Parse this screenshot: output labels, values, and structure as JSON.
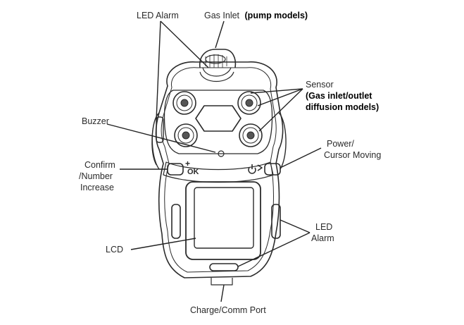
{
  "labels": {
    "led_alarm_top": "LED Alarm",
    "gas_inlet": "Gas Inlet",
    "gas_inlet_note": "(pump models)",
    "sensor": "Sensor",
    "sensor_note_1": "(Gas inlet/outlet",
    "sensor_note_2": "diffusion models)",
    "buzzer": "Buzzer",
    "power_1": "Power/",
    "power_2": "Cursor Moving",
    "confirm_1": "Confirm",
    "confirm_2": "/Number",
    "confirm_3": "Increase",
    "led_alarm_side_1": "LED",
    "led_alarm_side_2": "Alarm",
    "lcd": "LCD",
    "charge_port": "Charge/Comm Port"
  },
  "device": {
    "ok_button_text": "OK",
    "plus_symbol": "+"
  }
}
